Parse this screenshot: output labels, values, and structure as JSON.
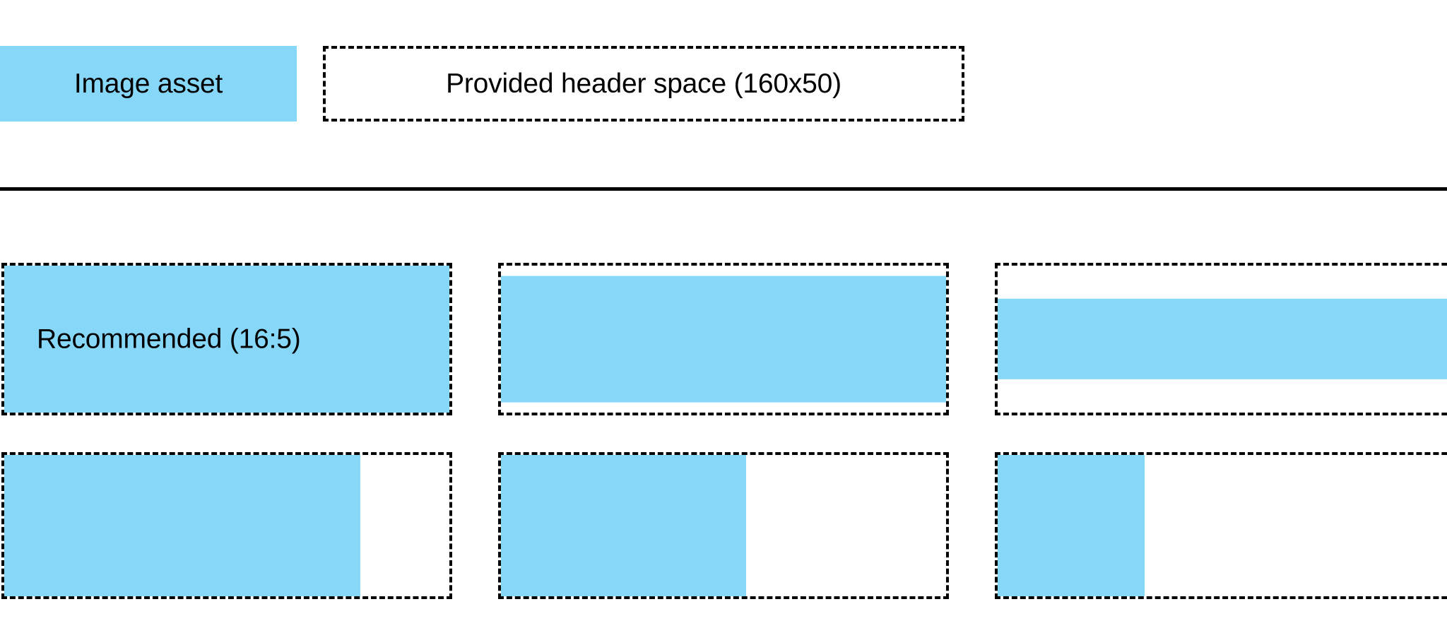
{
  "colors": {
    "asset_blue": "#87d7f8",
    "frame_stroke": "#000000",
    "divider": "#000000",
    "background": "#ffffff"
  },
  "legend": {
    "swatch_label": "Image asset",
    "frame_label": "Provided header space (160x50)"
  },
  "grid": {
    "rows": [
      {
        "name": "primary-ratio-row",
        "cells": [
          {
            "name": "recommended-cell",
            "label": "Recommended (16:5)",
            "fill_mode": "letterbox",
            "fill_width_pct": 100,
            "fill_height_pct": 100
          },
          {
            "name": "letterbox-cell-medium",
            "label": "",
            "fill_mode": "letterbox",
            "fill_width_pct": 100,
            "fill_height_pct": 86
          },
          {
            "name": "letterbox-cell-narrow",
            "label": "",
            "fill_mode": "letterbox",
            "fill_width_pct": 100,
            "fill_height_pct": 55
          }
        ]
      },
      {
        "name": "secondary-ratio-row",
        "cells": [
          {
            "name": "pillarbox-cell-wide",
            "label": "",
            "fill_mode": "pillarbox",
            "fill_width_pct": 80,
            "fill_height_pct": 100
          },
          {
            "name": "pillarbox-cell-medium",
            "label": "",
            "fill_mode": "pillarbox",
            "fill_width_pct": 55,
            "fill_height_pct": 100
          },
          {
            "name": "pillarbox-cell-narrow",
            "label": "",
            "fill_mode": "pillarbox",
            "fill_width_pct": 30,
            "fill_height_pct": 100
          }
        ]
      }
    ]
  }
}
